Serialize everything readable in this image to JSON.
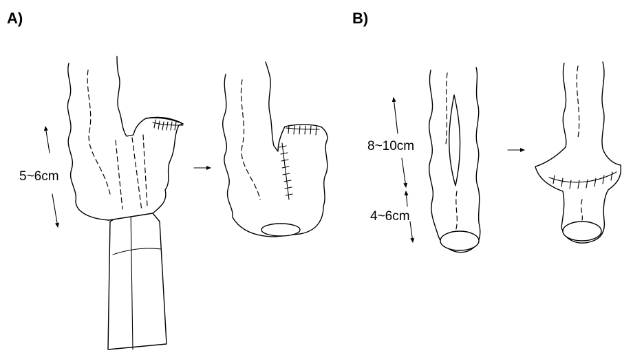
{
  "panels": {
    "a": {
      "label": "A)",
      "measurement": "5~6cm"
    },
    "b": {
      "label": "B)",
      "measurement_upper": "8~10cm",
      "measurement_lower": "4~6cm"
    }
  }
}
